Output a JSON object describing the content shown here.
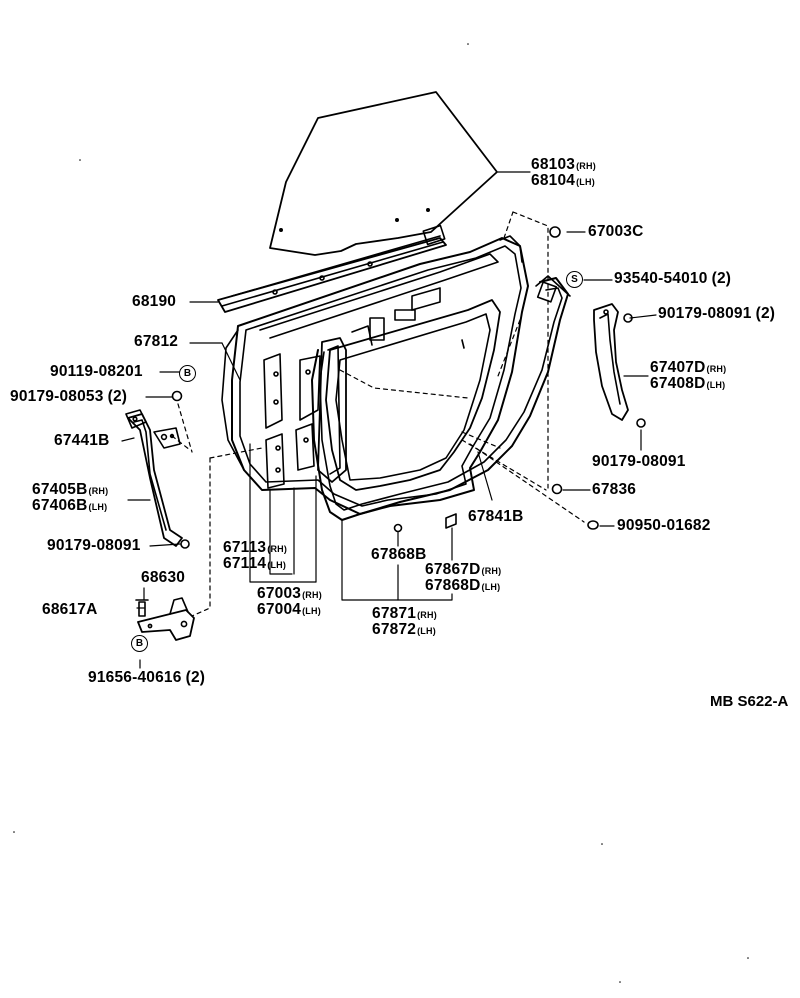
{
  "diagram": {
    "reference_code": "MB S622-A",
    "badges": {
      "bolt_marker": "B",
      "screw_marker": "S"
    },
    "parts": {
      "glass_rh": "68103",
      "glass_lh": "68104",
      "bolt_top": "67003C",
      "screw": "93540-54010",
      "screw_qty": "(2)",
      "nut_channel_top": "90179-08091",
      "nut_channel_top_qty": "(2)",
      "channel_rh": "67407D",
      "channel_lh": "67408D",
      "nut_channel_bottom": "90179-08091",
      "clip_67836": "67836",
      "plug": "90950-01682",
      "weatherstrip": "67841B",
      "run_68190": "68190",
      "belt_67812": "67812",
      "bolt_90119": "90119-08201",
      "nut_08053": "90179-08053",
      "nut_08053_qty": "(2)",
      "hinge_67441B": "67441B",
      "check_rh": "67405B",
      "check_lh": "67406B",
      "nut_check": "90179-08091",
      "hinge_68630": "68630",
      "pin_68617A": "68617A",
      "bolt_91656": "91656-40616",
      "bolt_91656_qty": "(2)",
      "panel_rh": "67113",
      "panel_lh": "67114",
      "door_rh": "67003",
      "door_lh": "67004",
      "clip_67868B": "67868B",
      "clip_rh": "67867D",
      "clip_lh": "67868D",
      "seal_rh": "67871",
      "seal_lh": "67872",
      "rh": "(RH)",
      "lh": "(LH)"
    }
  }
}
